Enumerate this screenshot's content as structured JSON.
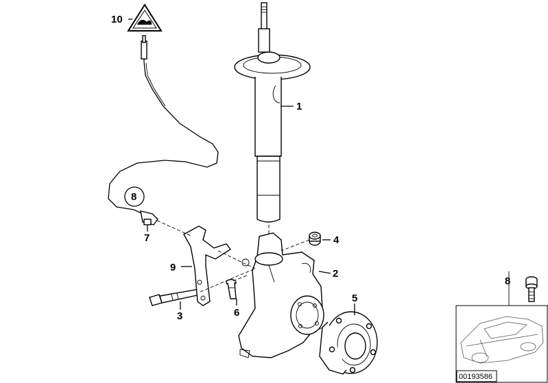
{
  "callouts": {
    "c1": "1",
    "c2": "2",
    "c3": "3",
    "c4": "4",
    "c5": "5",
    "c6": "6",
    "c7": "7",
    "c8": "8",
    "c9": "9",
    "c10": "10"
  },
  "inset": {
    "part_number": "8",
    "document_number": "00193586"
  },
  "icons": {
    "warning_symbol": "warning-triangle-icon"
  }
}
